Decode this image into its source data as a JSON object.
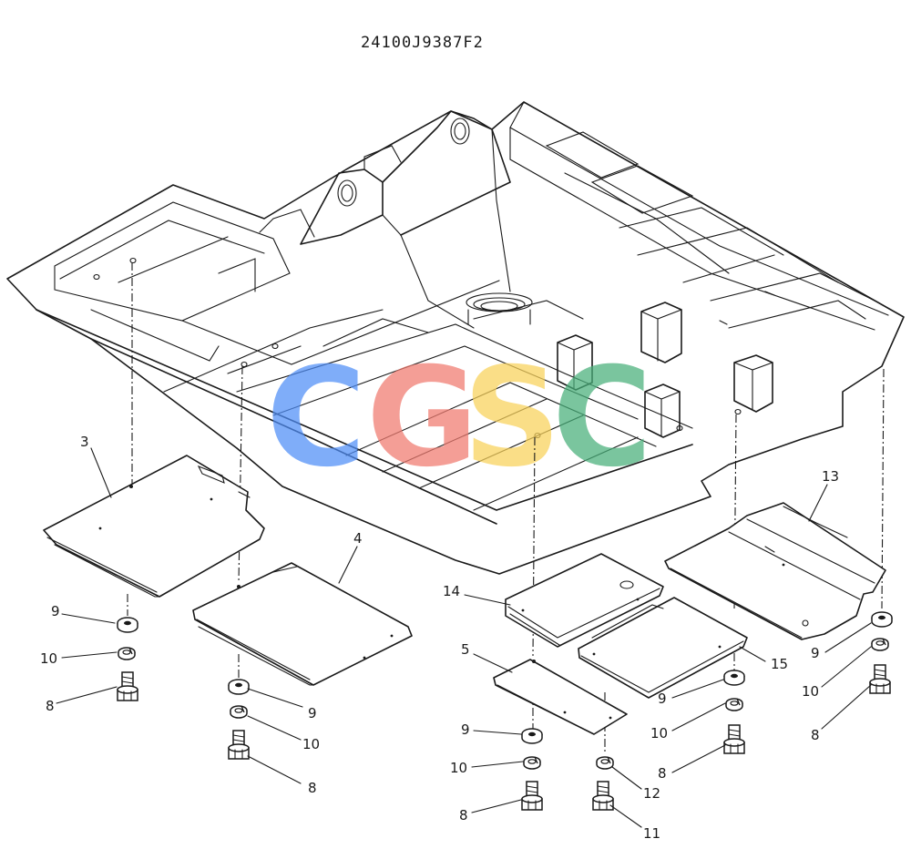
{
  "drawing_code": "24100J9387F2",
  "watermark": {
    "letters": [
      "C",
      "G",
      "S",
      "C"
    ],
    "colors": [
      "#4f8ef7",
      "#f07a6f",
      "#f9d25a",
      "#48b07a"
    ]
  },
  "callouts": {
    "c3": "3",
    "c4": "4",
    "c5": "5",
    "c13": "13",
    "c14": "14",
    "c15": "15",
    "c9a": "9",
    "c10a": "10",
    "c8a": "8",
    "c9b": "9",
    "c10b": "10",
    "c8b": "8",
    "c9c": "9",
    "c10c": "10",
    "c8c": "8",
    "c12": "12",
    "c11": "11",
    "c9d": "9",
    "c10d": "10",
    "c8d": "8",
    "c9e": "9",
    "c10e": "10",
    "c8e": "8"
  }
}
